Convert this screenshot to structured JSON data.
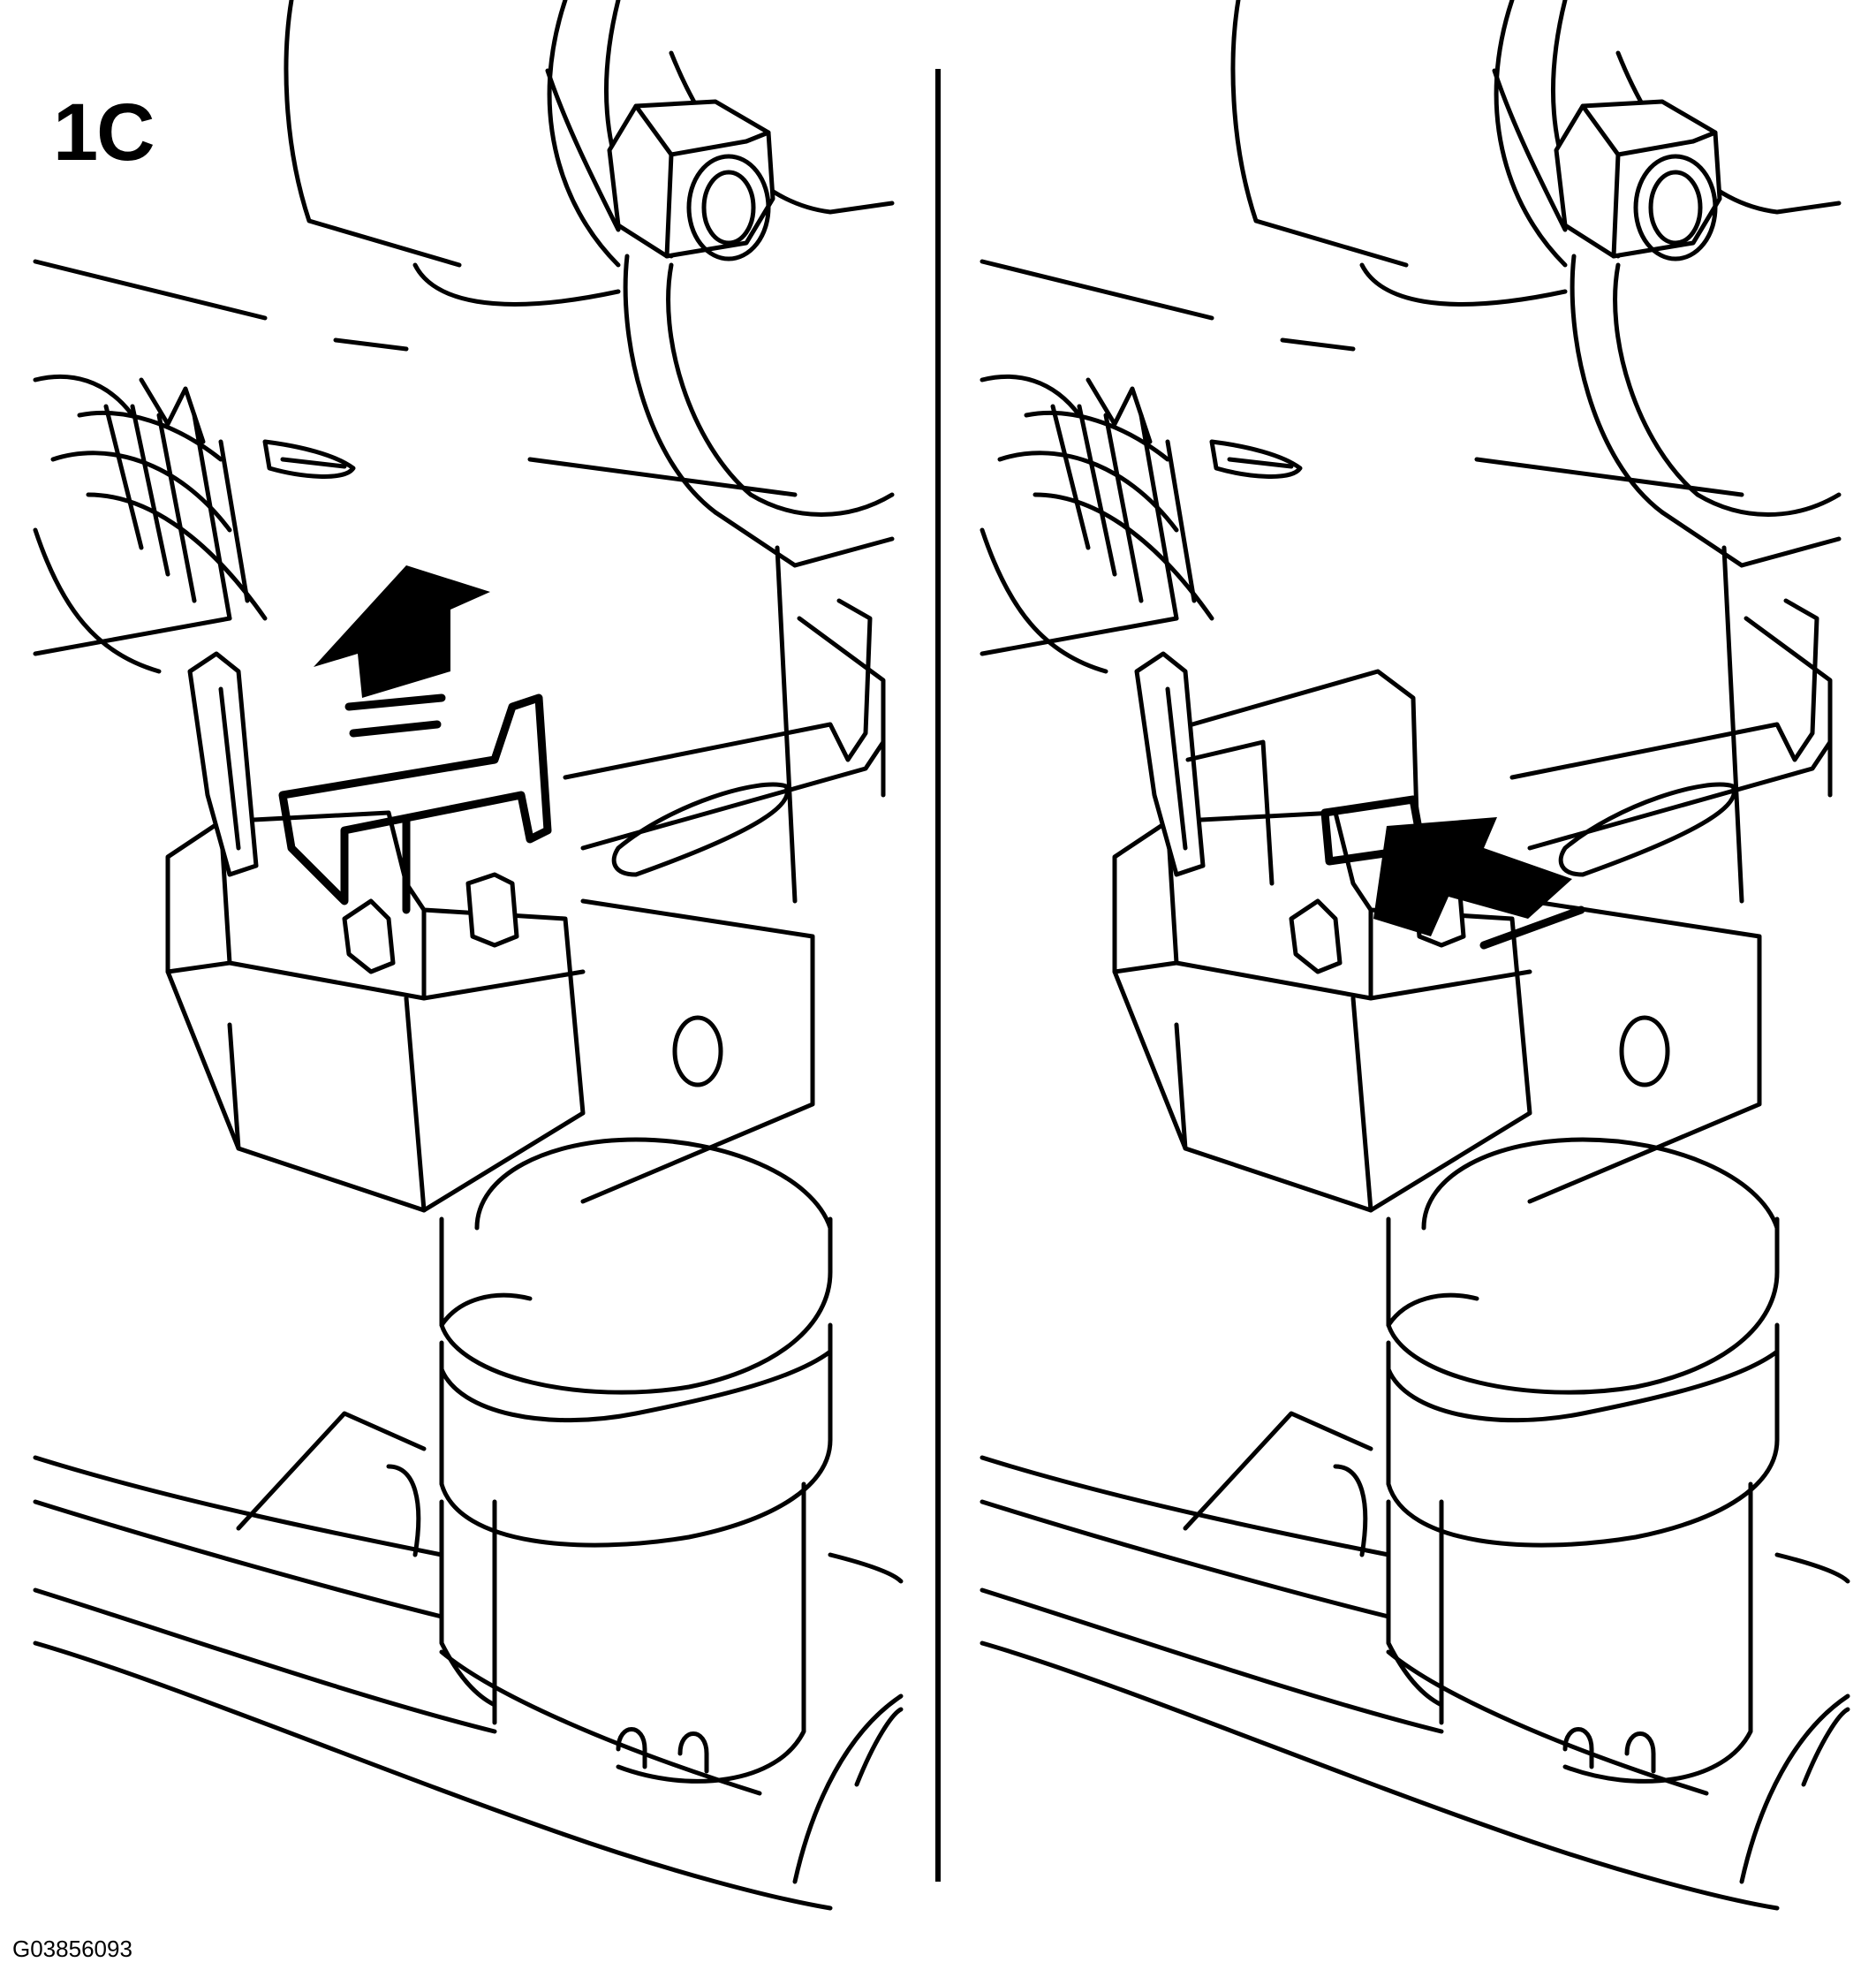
{
  "figure": {
    "step_label": "1C",
    "figure_code": "G03856093"
  },
  "panels": [
    {
      "name": "left-panel",
      "arrow_icon": "arrow-up-icon"
    },
    {
      "name": "right-panel",
      "arrow_icon": "arrow-push-in-icon"
    }
  ],
  "colors": {
    "line": "#000000",
    "background": "#ffffff"
  }
}
